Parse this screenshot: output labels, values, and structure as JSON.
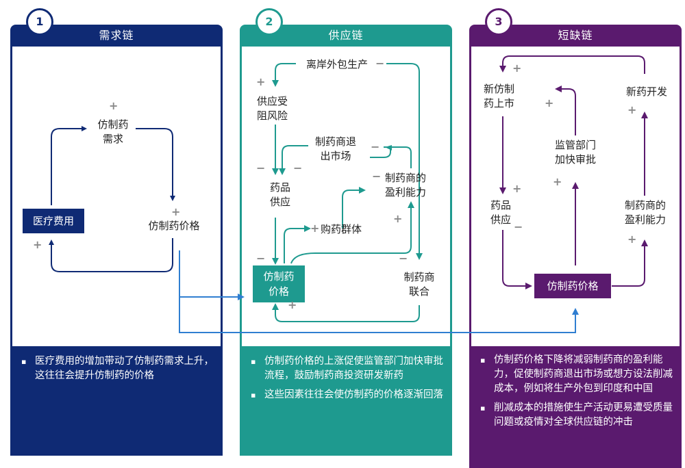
{
  "panels": {
    "demand": {
      "number": "1",
      "title": "需求链",
      "color": "#0f2a74",
      "nodes": {
        "demand": "仿制药\n需求",
        "cost": "医疗费用",
        "price": "仿制药价格"
      },
      "bullets": [
        "医疗费用的增加带动了仿制药需求上升，这往往会提升仿制药的价格"
      ]
    },
    "supply": {
      "number": "2",
      "title": "供应链",
      "color": "#1e9a8f",
      "nodes": {
        "offshore": "离岸外包生产",
        "risk": "供应受\n阻风险",
        "exit": "制药商退\n出市场",
        "drug_supply": "药品\n供应",
        "profit": "制药商的\n盈利能力",
        "buyers": "购药群体",
        "price": "仿制药\n价格",
        "alliance": "制药商\n联合"
      },
      "bullets": [
        "仿制药价格的上涨促使监管部门加快审批流程，鼓励制药商投资研发新药",
        "这些因素往往会使仿制药的价格逐渐回落"
      ]
    },
    "shortage": {
      "number": "3",
      "title": "短缺链",
      "color": "#5a1a6e",
      "nodes": {
        "new_generic": "新仿制\n药上市",
        "regulator": "监管部门\n加快审批",
        "new_drug": "新药开发",
        "drug_supply": "药品\n供应",
        "profit": "制药商的\n盈利能力",
        "price": "仿制药价格"
      },
      "bullets": [
        "仿制药价格下降将减弱制药商的盈利能力，促使制药商退出市场或想方设法削减成本，例如将生产外包到印度和中国",
        "削减成本的措施使生产活动更易遭受质量问题或疫情对全球供应链的冲击"
      ]
    }
  },
  "signs": {
    "plus": "+",
    "minus": "−"
  },
  "colors": {
    "blue_link": "#2f7ed1",
    "sign_gray": "#8a8a8a"
  }
}
